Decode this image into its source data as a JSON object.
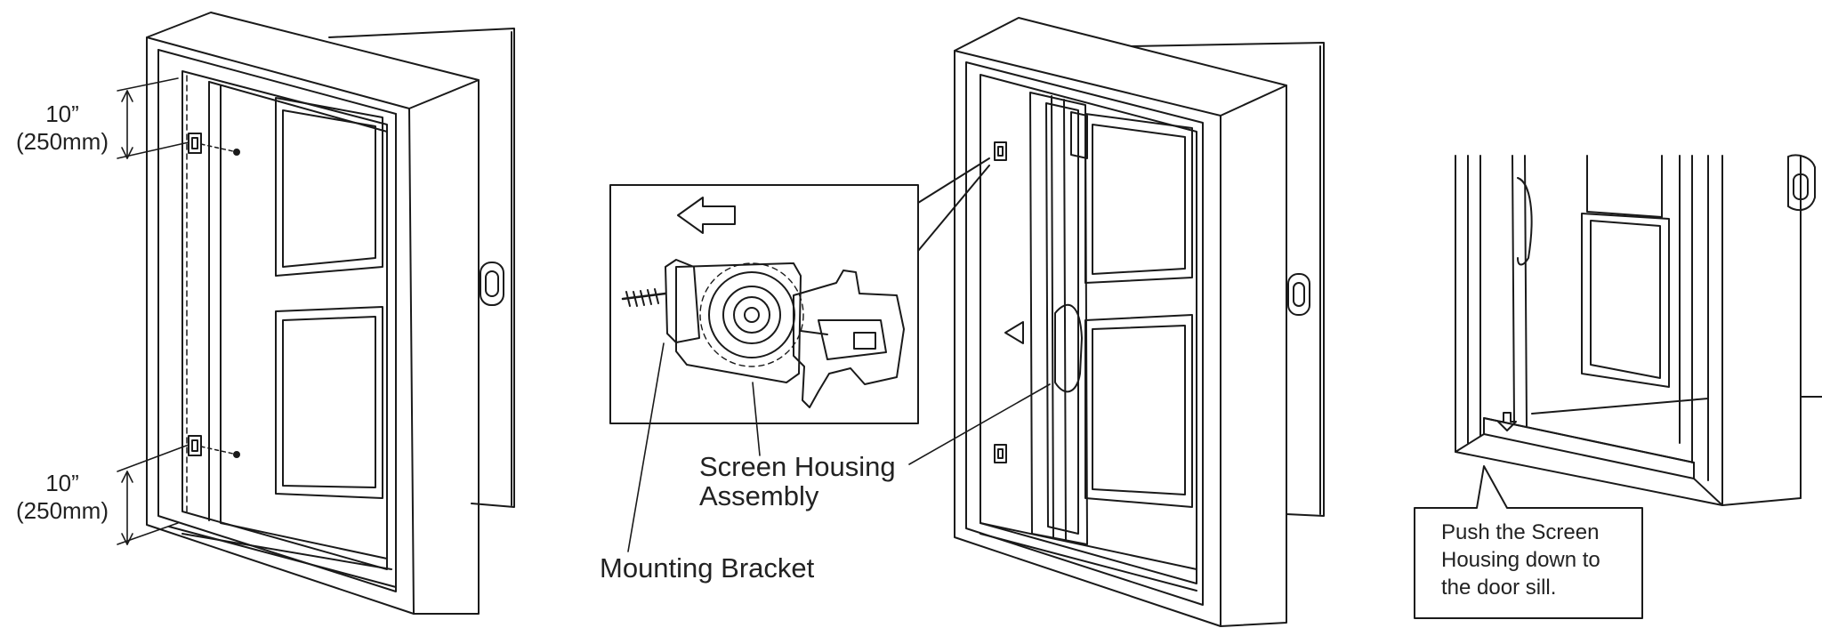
{
  "figure": {
    "dimension_top": {
      "inches": "10”",
      "mm": "(250mm)"
    },
    "dimension_bottom": {
      "inches": "10”",
      "mm": "(250mm)"
    },
    "labels": {
      "screen_housing_line1": "Screen Housing",
      "screen_housing_line2": "Assembly",
      "mounting_bracket": "Mounting Bracket"
    },
    "callout": {
      "line1": "Push the Screen",
      "line2": "Housing down to",
      "line3": "the door sill."
    }
  }
}
